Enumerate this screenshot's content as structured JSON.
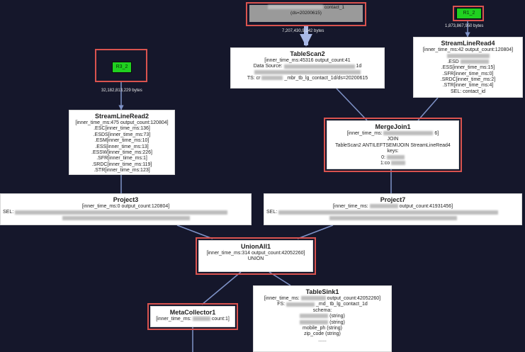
{
  "sources": {
    "r3": {
      "label": "R3_2",
      "edge_label": "32,182,813,229 bytes"
    },
    "r1": {
      "label": "R1_2",
      "edge_label": "1,873,867,950 bytes"
    },
    "top": {
      "line1": "contact_1",
      "line2": "(ds=20200615)",
      "edge_label": "7,207,430,9,142 bytes"
    }
  },
  "nodes": {
    "tablescan2": {
      "title": "TableScan2",
      "lines": [
        "[inner_time_ms:45316 output_count:41",
        "Data Source:",
        "",
        "TS: cr",
        "_mbr_tb_lg_contact_1d/ds=20200615"
      ]
    },
    "streamlineread4": {
      "title": "StreamLineRead4",
      "lines": [
        "[inner_time_ms:42 output_count:120804]",
        ".ESD",
        ".ESS[inner_time_ms:15]",
        ".SFR[inner_time_ms:0]",
        ".SRDC[inner_time_ms:2]",
        ".STR[inner_time_ms:4]",
        "SEL: contact_id"
      ]
    },
    "streamlineread2": {
      "title": "StreamLineRead2",
      "lines": [
        "[inner_time_ms:475 output_count:120804]",
        ".ESC[inner_time_ms:136]",
        ".ESDS[inner_time_ms:73]",
        ".ESM[inner_time_ms:10]",
        ".ESS[inner_time_ms:13]",
        ".ESSW[inner_time_ms:226]",
        ".SFR[inner_time_ms:1]",
        ".SRDC[inner_time_ms:119]",
        ".STR[inner_time_ms:123]",
        "......"
      ]
    },
    "mergejoin1": {
      "title": "MergeJoin1",
      "lines": [
        "[inner_time_ms:",
        "JOIN",
        "TableScan2 ANTILEFTSEMIJOIN StreamLineRead4",
        "keys:",
        "0:",
        "1:co"
      ]
    },
    "project3": {
      "title": "Project3",
      "lines": [
        "[inner_time_ms:0 output_count:120804]",
        "SEL:"
      ]
    },
    "project7": {
      "title": "Project7",
      "lines": [
        "[inner_time_ms:",
        "output_count:41931456]",
        "SEL:"
      ]
    },
    "unionall1": {
      "title": "UnionAll1",
      "lines": [
        "[inner_time_ms:314 output_count:42052260]",
        "UNION"
      ]
    },
    "tablesink1": {
      "title": "TableSink1",
      "lines": [
        "[inner_time_ms:",
        "output_count:42052260]",
        "FS:",
        "_md_",
        "tb_lg_contact_1d",
        "schema:",
        "(string)",
        "(string)",
        "mobile_ph (string)",
        "zip_code (string)",
        "......"
      ]
    },
    "metacollector1": {
      "title": "MetaCollector1",
      "lines": [
        "[inner_time_ms:",
        "count:1]"
      ]
    }
  },
  "colors": {
    "background": "#15172b",
    "edge": "#7f93c8",
    "highlight": "#d9534f",
    "source": "#20d020"
  }
}
